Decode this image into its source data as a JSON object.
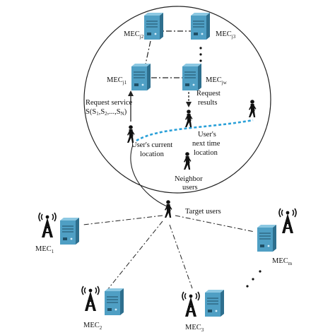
{
  "colors": {
    "server_front": "#4f9fc4",
    "server_side": "#2e6f8e",
    "server_top": "#8cc8e2",
    "trajectory": "#2aa0d8",
    "line": "#222222",
    "person": "#111111"
  },
  "icons": {
    "server": "server-icon",
    "tower": "tower-icon",
    "person": "walking-person-icon"
  },
  "inner": {
    "mec_j2": {
      "base": "MEC",
      "sub": "j2"
    },
    "mec_j3": {
      "base": "MEC",
      "sub": "j3"
    },
    "mec_j1": {
      "base": "MEC",
      "sub": "j1"
    },
    "mec_jw": {
      "base": "MEC",
      "sub": "jw"
    },
    "request_service_line1": "Request service",
    "request_service_line2": "S(S",
    "request_service_sub1": "1",
    "request_service_mid": ",S",
    "request_service_sub2": "2",
    "request_service_rest": ",...,S",
    "request_service_subN": "N",
    "request_service_end": ")",
    "request_results_line1": "Request",
    "request_results_line2": "results",
    "current_location_line1": "User's current",
    "current_location_line2": "location",
    "next_location_line1": "User's",
    "next_location_line2": "next time",
    "next_location_line3": "location",
    "neighbor_line1": "Neighbor",
    "neighbor_line2": "users"
  },
  "outer": {
    "target_users": "Target users",
    "mec_1": {
      "base": "MEC",
      "sub": "1"
    },
    "mec_2": {
      "base": "MEC",
      "sub": "2"
    },
    "mec_3": {
      "base": "MEC",
      "sub": "3"
    },
    "mec_m": {
      "base": "MEC",
      "sub": "m"
    }
  }
}
